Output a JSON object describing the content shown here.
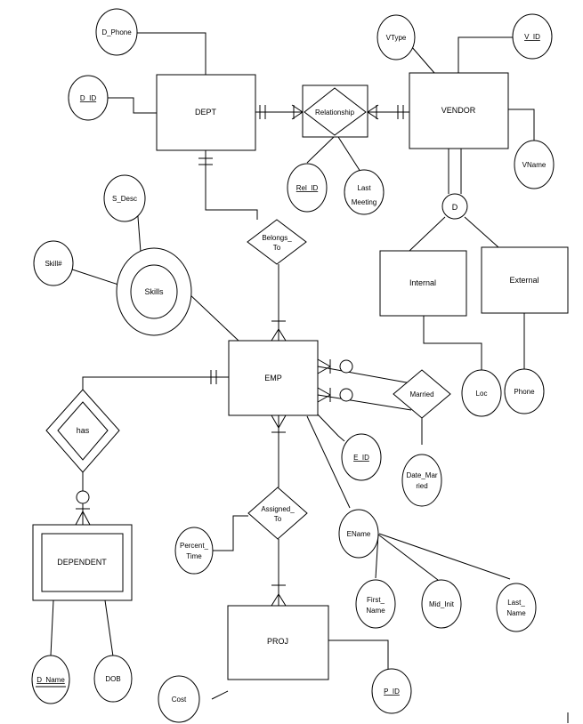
{
  "entities": {
    "dept": "DEPT",
    "vendor": "VENDOR",
    "emp": "EMP",
    "proj": "PROJ",
    "internal": "Internal",
    "external": "External",
    "dependent": "DEPENDENT"
  },
  "relationships": {
    "relationship": "Relationship",
    "belongs_to": [
      "Belongs_",
      "To"
    ],
    "married": "Married",
    "assigned_to": [
      "Assigned_",
      "To"
    ],
    "has": "has"
  },
  "specialization": {
    "disjoint": "D"
  },
  "multivalued": {
    "skills": "Skills"
  },
  "attributes": {
    "d_phone": "D_Phone",
    "d_id": "D_ID",
    "vtype": "VType",
    "v_id": "V_ID",
    "vname": "VName",
    "rel_id": "Rel_ID",
    "last_meeting": [
      "Last",
      "Meeting"
    ],
    "s_desc": "S_Desc",
    "skill_num": "Skill#",
    "loc": "Loc",
    "phone": "Phone",
    "e_id": "E_ID",
    "date_married": [
      "Date_Mar",
      "ried"
    ],
    "percent_time": [
      "Percent_",
      "Time"
    ],
    "ename": "EName",
    "first_name": [
      "First_",
      "Name"
    ],
    "mid_init": "Mid_Init",
    "last_name": [
      "Last_",
      "Name"
    ],
    "d_name": "D_Name",
    "dob": "DOB",
    "cost": "Cost",
    "p_id": "P_ID"
  }
}
